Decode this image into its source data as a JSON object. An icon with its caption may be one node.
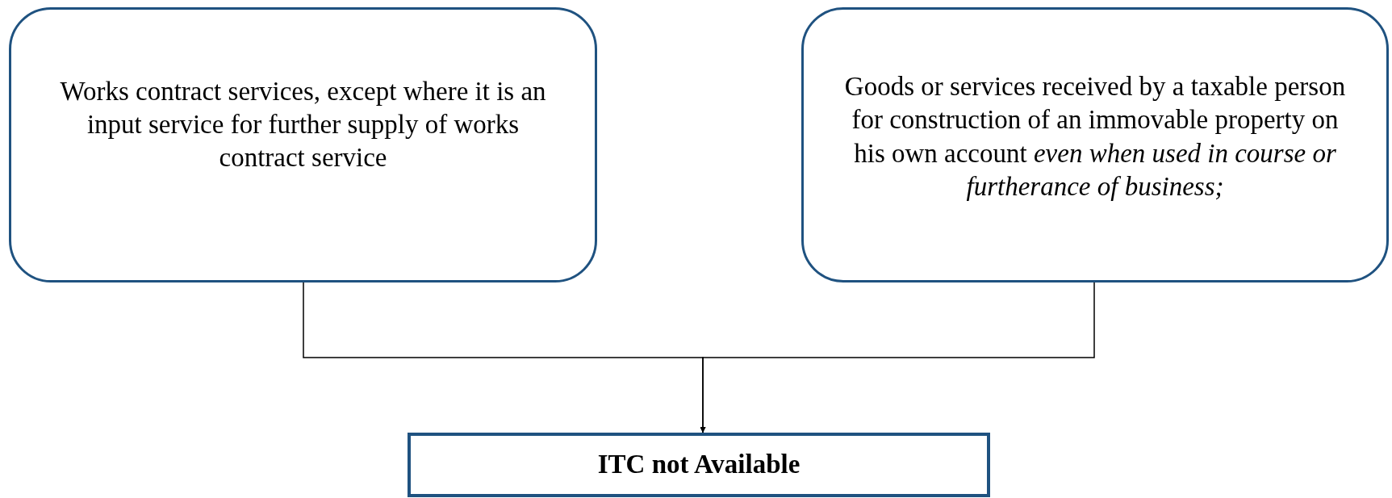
{
  "diagram": {
    "nodes": [
      {
        "text": [
          "Works contract services, except where it is an input service for further supply of works contract service"
        ]
      },
      {
        "text": [
          "Goods or services received by a taxable person for construction of an immovable property on his own account *even when used in course or furtherance of business;*"
        ]
      },
      {
        "text": [
          "ITC not Available"
        ]
      }
    ],
    "edges": [
      {
        "from": 0,
        "to": 2,
        "arrow": "to"
      },
      {
        "from": 1,
        "to": 2,
        "arrow": "to"
      }
    ]
  }
}
